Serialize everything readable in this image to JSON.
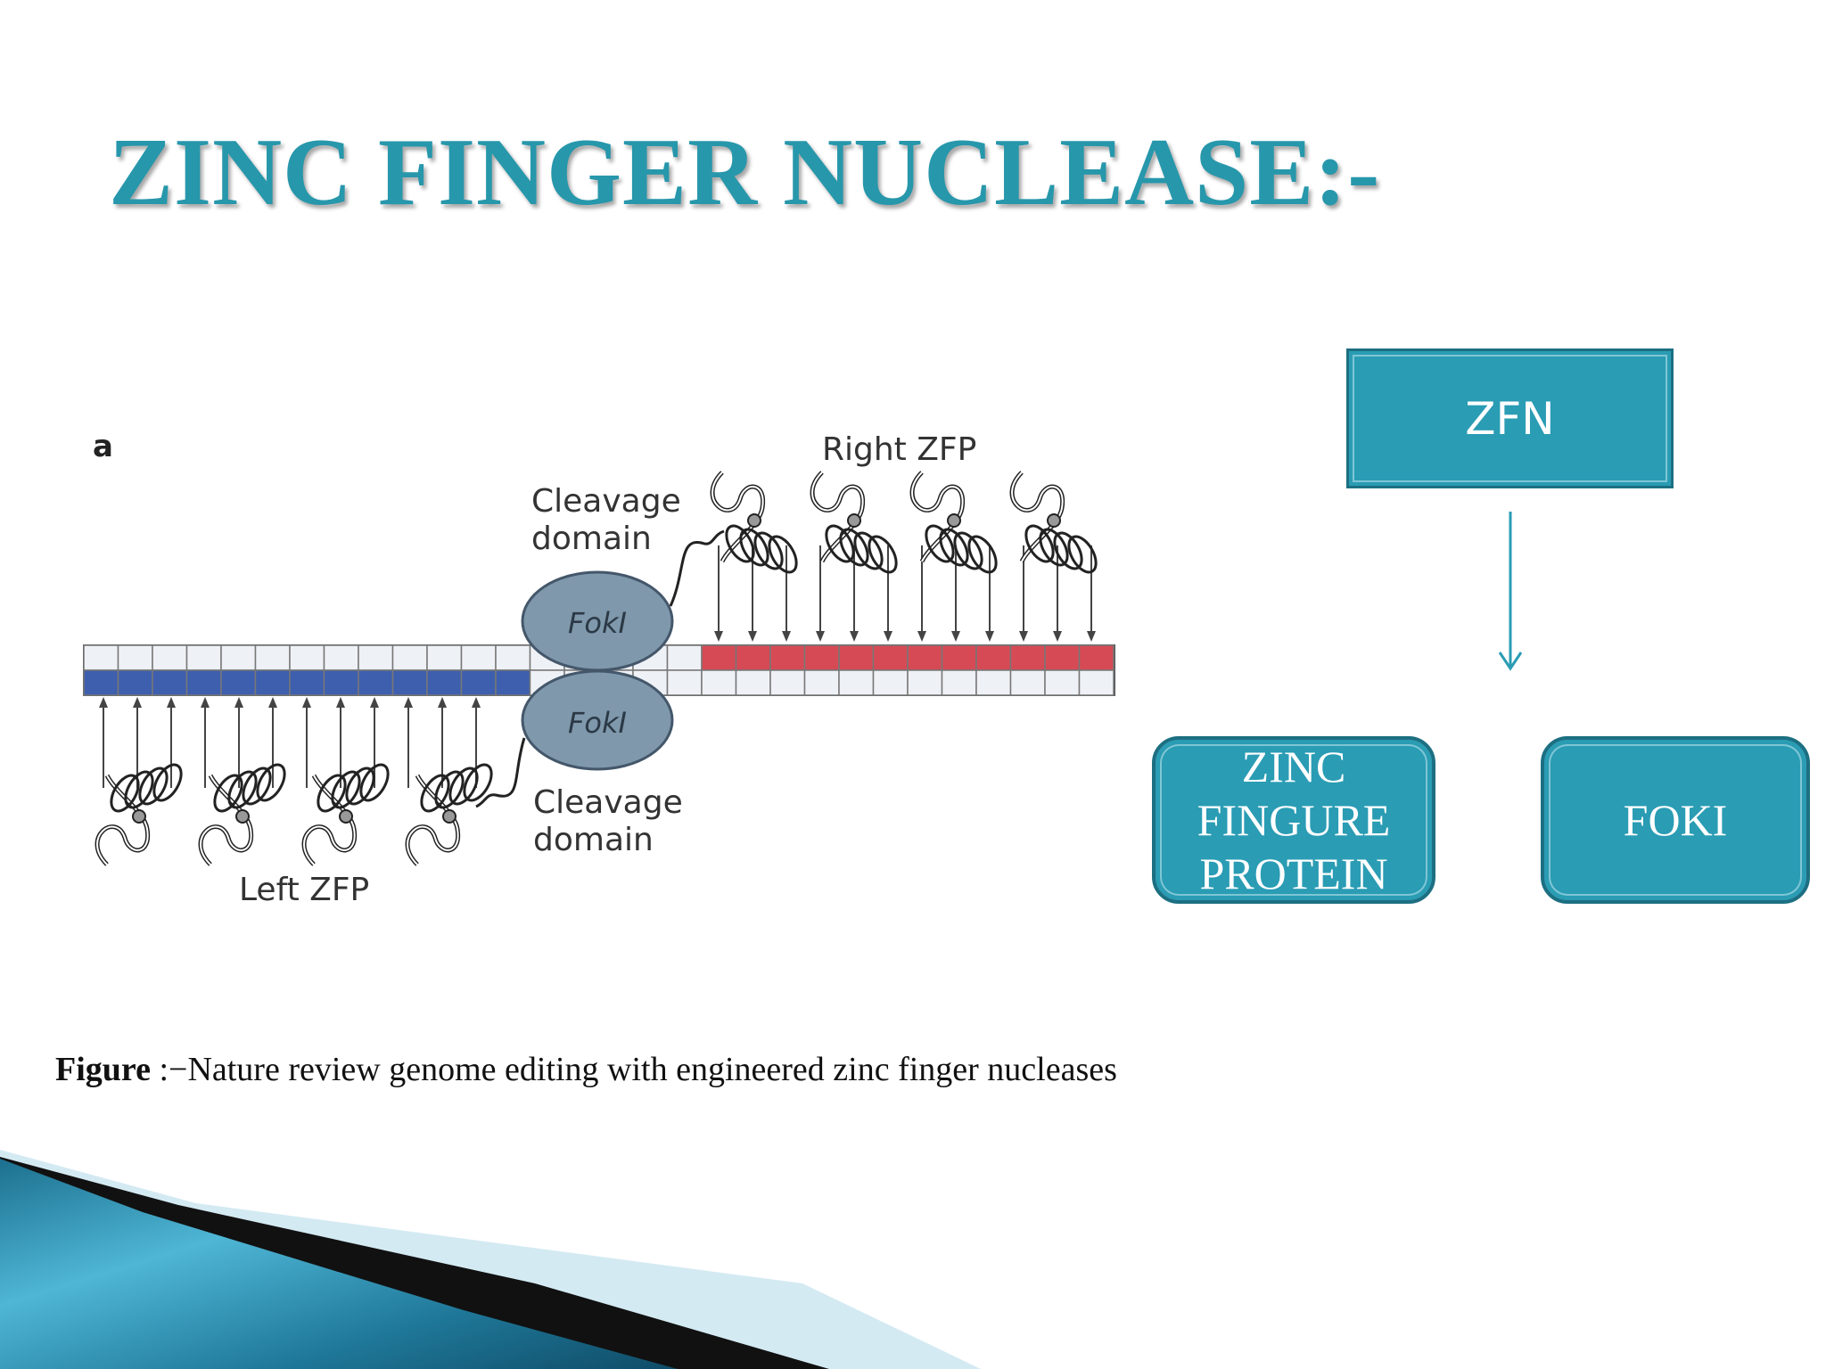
{
  "slide": {
    "title": "ZINC FINGER NUCLEASE:-",
    "caption_lead": "Figure",
    "caption_text": " :−Nature review genome editing with engineered zinc finger nucleases"
  },
  "figure": {
    "panel_label": "a",
    "right_zfp": "Right ZFP",
    "left_zfp": "Left ZFP",
    "cleavage_top_line1": "Cleavage",
    "cleavage_top_line2": "domain",
    "cleavage_bottom_line1": "Cleavage",
    "cleavage_bottom_line2": "domain",
    "foki_top": "FokI",
    "foki_bottom": "FokI"
  },
  "flow": {
    "root": "ZFN",
    "left_child_line1": "ZINC",
    "left_child_line2": "FINGURE",
    "left_child_line3": "PROTEIN",
    "right_child": "FOKI"
  },
  "colors": {
    "accent": "#2a9cb4",
    "blue_strand": "#3e5fae",
    "red_strand": "#d64a55"
  }
}
